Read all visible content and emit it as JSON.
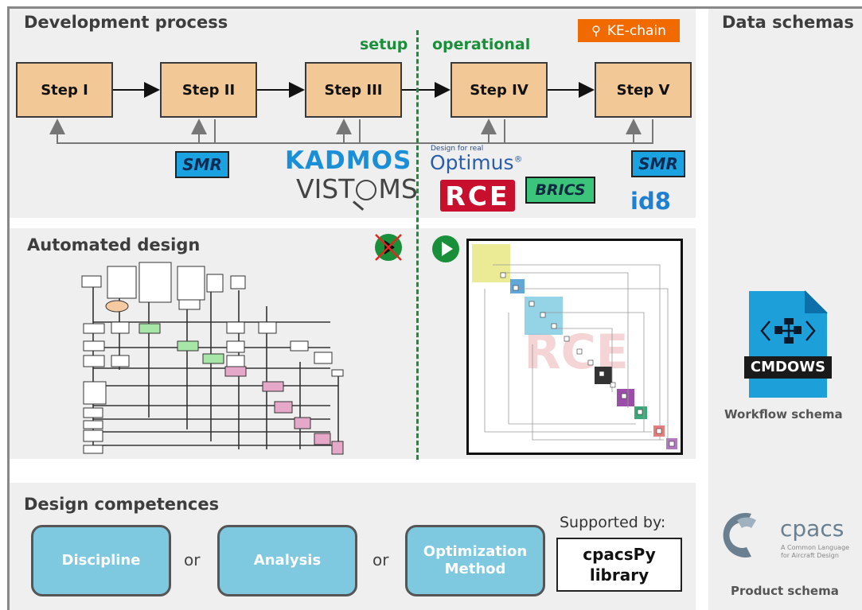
{
  "dev": {
    "title": "Development process",
    "setup": "setup",
    "operational": "operational",
    "steps": [
      "Step I",
      "Step II",
      "Step III",
      "Step IV",
      "Step V"
    ],
    "kechain": "KE-chain"
  },
  "tools": {
    "smr": "SMR",
    "kadmos": "KADMOS",
    "vistoms_a": "VIST",
    "vistoms_b": "MS",
    "optimus_small": "Design for real",
    "optimus": "Optimus",
    "rce": "RCE",
    "brics": "BRICS",
    "id8": "id8"
  },
  "auto": {
    "title": "Automated design"
  },
  "comp": {
    "title": "Design competences",
    "supported": "Supported by:",
    "lib1": "cpacsPy",
    "lib2": "library",
    "boxes": [
      {
        "l1": "Discipline",
        "l2": ""
      },
      {
        "l1": "Analysis",
        "l2": ""
      },
      {
        "l1": "Optimization",
        "l2": "Method"
      }
    ],
    "or": "or"
  },
  "schemas": {
    "title": "Data schemas",
    "cmdows": "CMDOWS",
    "workflow": "Workflow schema",
    "cpacs": "cpacs",
    "cpacs_sub1": "A Common Language",
    "cpacs_sub2": "for Aircraft Design",
    "product": "Product schema"
  },
  "colors": {
    "step": "#f2c896",
    "accent_green": "#1a8f3a",
    "orange": "#f06a00",
    "smr": "#1aa3e0",
    "kadmos": "#1a8fd8",
    "comp": "#7ec8e0",
    "rce": "#c8102e",
    "cmdows": "#1d9fd9"
  }
}
